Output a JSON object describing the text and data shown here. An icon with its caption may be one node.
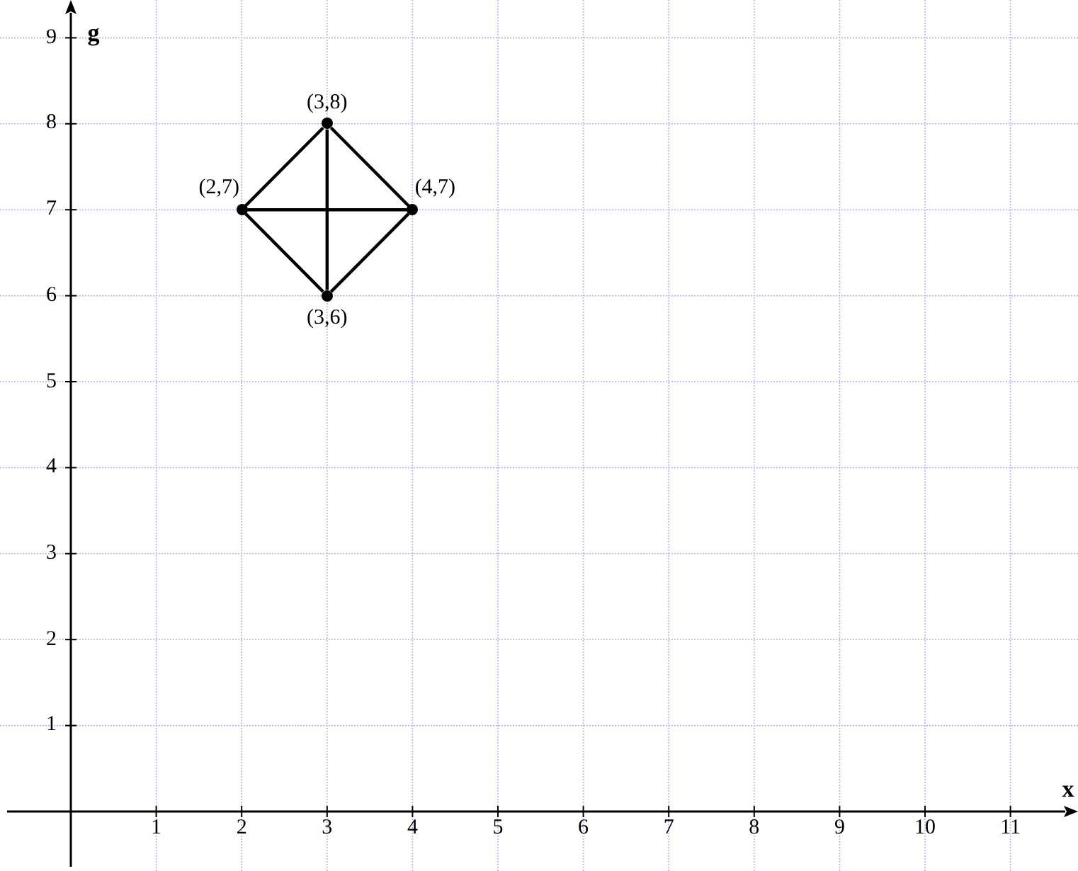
{
  "diagram": {
    "nodes": [
      {
        "text": [],
        "shape": "circle",
        "beside": [
          "(3,8)"
        ]
      },
      {
        "text": [],
        "shape": "circle",
        "beside": [
          "(2,7)"
        ]
      },
      {
        "text": [],
        "shape": "circle",
        "beside": [
          "(4,7)"
        ]
      },
      {
        "text": [],
        "shape": "circle",
        "beside": [
          "(3,6)"
        ]
      }
    ],
    "edges": [
      {
        "from": 1,
        "to": 0,
        "arrow": "none"
      },
      {
        "from": 0,
        "to": 2,
        "arrow": "none"
      },
      {
        "from": 2,
        "to": 3,
        "arrow": "none"
      },
      {
        "from": 3,
        "to": 1,
        "arrow": "none"
      },
      {
        "from": 0,
        "to": 3,
        "arrow": "none"
      },
      {
        "from": 1,
        "to": 2,
        "arrow": "none"
      }
    ],
    "labels": [
      "9",
      "g",
      "8",
      "7",
      "6",
      "5",
      "4",
      "3",
      "2",
      "1",
      "x",
      "1",
      "2",
      "3",
      "4",
      "5",
      "6",
      "7",
      "8",
      "9",
      "10",
      "11"
    ]
  }
}
